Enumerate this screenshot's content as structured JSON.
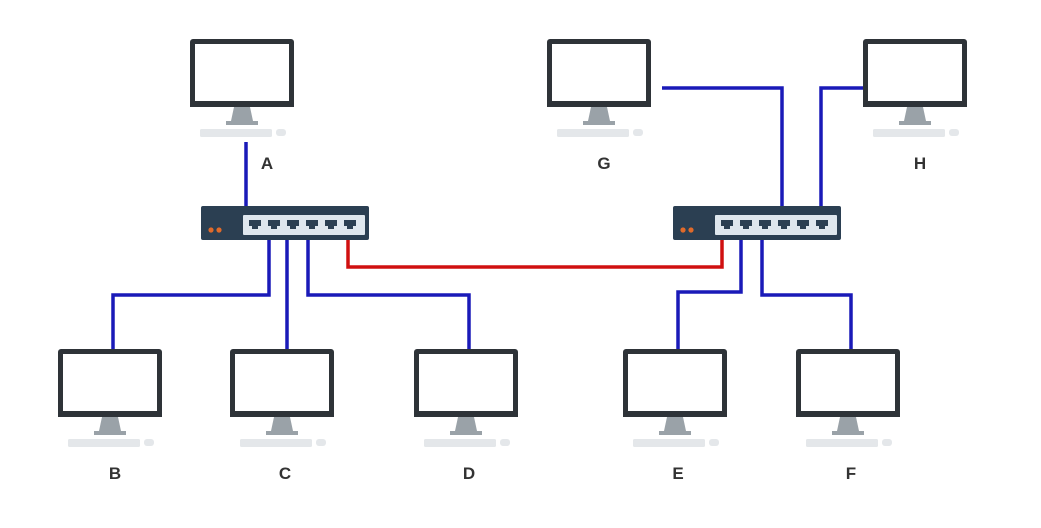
{
  "computers": {
    "A": {
      "label": "A"
    },
    "B": {
      "label": "B"
    },
    "C": {
      "label": "C"
    },
    "D": {
      "label": "D"
    },
    "E": {
      "label": "E"
    },
    "F": {
      "label": "F"
    },
    "G": {
      "label": "G"
    },
    "H": {
      "label": "H"
    }
  },
  "colors": {
    "link": "#1a1ab8",
    "uplink": "#d01010",
    "switch_body": "#2b3f52",
    "port_panel": "#dfe7ee",
    "monitor_frame": "#2e3338",
    "stand": "#9aa2a8"
  }
}
